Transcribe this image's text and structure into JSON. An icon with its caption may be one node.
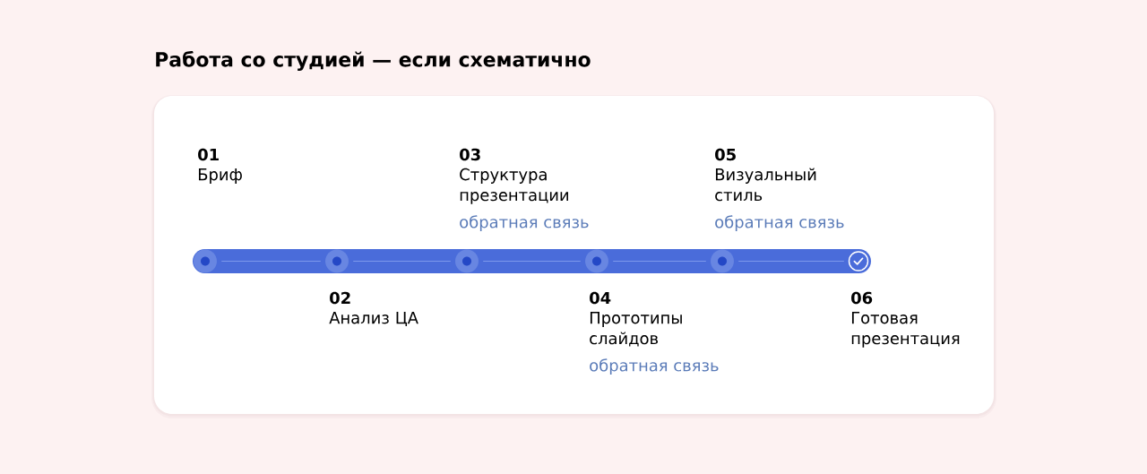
{
  "diagram": {
    "title": "Работа со студией — если схематично",
    "nodes": [
      {
        "text": [],
        "shape": "box"
      },
      {
        "text": [],
        "shape": "bar",
        "in": 0
      },
      {
        "text": [],
        "shape": "circle",
        "in": 1,
        "beside": [
          "01",
          "Бриф"
        ]
      },
      {
        "text": [],
        "shape": "circle",
        "in": 1,
        "beside": [
          "02",
          "Анализ ЦА"
        ]
      },
      {
        "text": [],
        "shape": "circle",
        "in": 1,
        "beside": [
          "03",
          "Структура презентации",
          "обратная связь"
        ]
      },
      {
        "text": [],
        "shape": "circle",
        "in": 1,
        "beside": [
          "04",
          "Прототипы слайдов",
          "обратная связь"
        ]
      },
      {
        "text": [],
        "shape": "circle",
        "in": 1,
        "beside": [
          "05",
          "Визуальный стиль",
          "обратная связь"
        ]
      },
      {
        "text": [],
        "shape": "circle",
        "in": 1,
        "beside": [
          "06",
          "Готовая презентация"
        ]
      }
    ],
    "edges": [
      {
        "from": 2,
        "to": 3,
        "arrow": "none"
      },
      {
        "from": 3,
        "to": 4,
        "arrow": "none"
      },
      {
        "from": 4,
        "to": 5,
        "arrow": "none"
      },
      {
        "from": 5,
        "to": 6,
        "arrow": "none"
      },
      {
        "from": 6,
        "to": 7,
        "arrow": "none"
      }
    ]
  }
}
